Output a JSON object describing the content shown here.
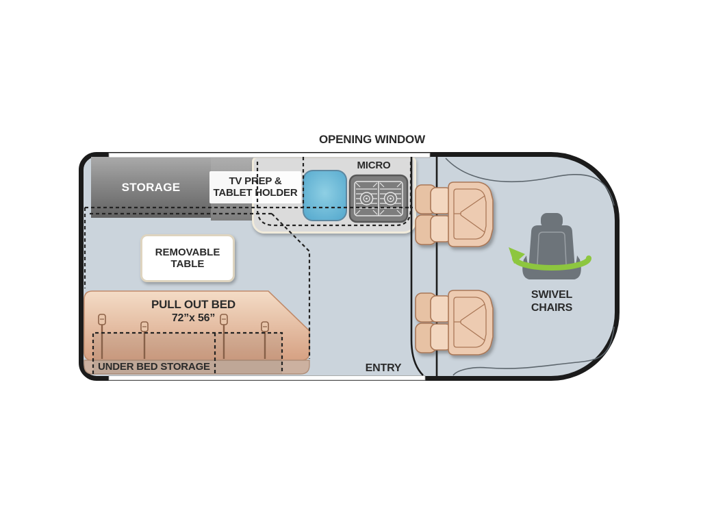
{
  "diagram": {
    "type": "rv-floor-plan",
    "top_label": "OPENING WINDOW",
    "areas": {
      "storage": {
        "label": "STORAGE"
      },
      "tv_prep": {
        "line1": "TV PREP &",
        "line2": "TABLET HOLDER"
      },
      "micro": {
        "label": "MICRO"
      },
      "removable_table": {
        "line1": "REMOVABLE",
        "line2": "TABLE"
      },
      "pull_out_bed": {
        "line1": "PULL OUT BED",
        "line2": "72”x 56”"
      },
      "under_bed_storage": {
        "label": "UNDER BED STORAGE"
      },
      "entry": {
        "label": "ENTRY"
      },
      "swivel_chairs": {
        "line1": "SWIVEL",
        "line2": "CHAIRS"
      }
    },
    "icons": [
      "sink-icon",
      "cooktop-micro-icon",
      "captain-chair-icon",
      "swivel-seat-icon",
      "swivel-arrow-icon",
      "bed-icon"
    ],
    "colors": {
      "interior": "#cbd4dc",
      "outline": "#1b1b1b",
      "cabinet_gray": "#8b8b8b",
      "counter_gray": "#dbdbdb",
      "sink_blue": "#5fb2d5",
      "bed_tan": "#e9c4a8",
      "under_bed_tan": "#ccb1a0",
      "chair_tan": "#edcbb1",
      "swivel_gray": "#6d747a",
      "swivel_green": "#8dc63f",
      "text_dark": "#2a2a2a"
    }
  }
}
